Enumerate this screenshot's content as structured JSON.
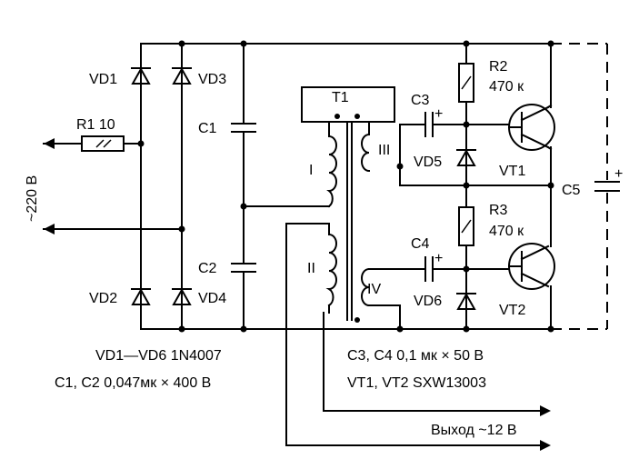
{
  "labels": {
    "vd1": "VD1",
    "vd2": "VD2",
    "vd3": "VD3",
    "vd4": "VD4",
    "vd5": "VD5",
    "vd6": "VD6",
    "r1": "R1 10",
    "c1": "C1",
    "c2": "C2",
    "input": "~220 В",
    "t1": "T1",
    "w1": "I",
    "w2": "II",
    "w3": "III",
    "w4": "IV",
    "c3": "C3",
    "c4": "C4",
    "c5": "C5",
    "r2": "R2",
    "r2_val": "470 к",
    "r3": "R3",
    "r3_val": "470 к",
    "vt1": "VT1",
    "vt2": "VT2",
    "plus": "+",
    "output": "Выход ~12 В"
  },
  "notes": {
    "line1": "VD1—VD6 1N4007",
    "line2": "C1, C2  0,047мк × 400 В",
    "line3": "C3, C4 0,1 мк × 50 В",
    "line4": "VT1, VT2 SXW13003"
  }
}
